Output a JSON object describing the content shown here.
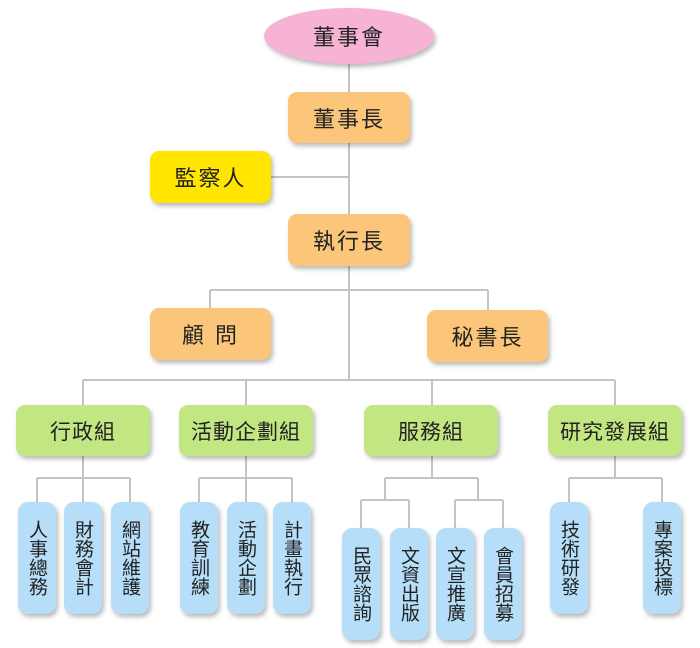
{
  "colors": {
    "board": "#f6b3d4",
    "executive": "#fcc67a",
    "supervisor": "#ffe500",
    "group": "#c2e682",
    "unit": "#b6def8",
    "connector": "#c4c4c4"
  },
  "board": "董事會",
  "chairman": "董事長",
  "supervisor": "監察人",
  "ceo": "執行長",
  "advisor": "顧 問",
  "secretary": "秘書長",
  "groups": {
    "admin": {
      "name": "行政組",
      "units": [
        "人事總務",
        "財務會計",
        "網站維護"
      ]
    },
    "planning": {
      "name": "活動企劃組",
      "units": [
        "教育訓練",
        "活動企劃",
        "計畫執行"
      ]
    },
    "service": {
      "name": "服務組",
      "units": [
        "民眾諮詢",
        "文資出版",
        "文宣推廣",
        "會員招募"
      ]
    },
    "research": {
      "name": "研究發展組",
      "units": [
        "技術研發",
        "專案投標"
      ]
    }
  }
}
